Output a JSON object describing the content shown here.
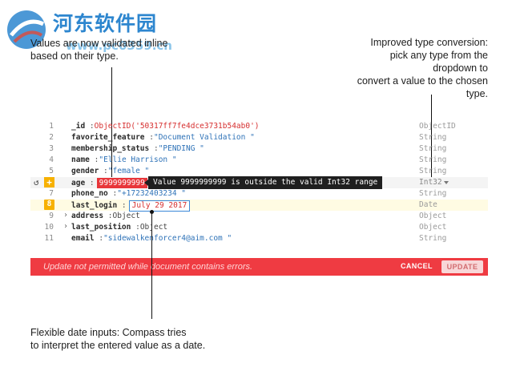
{
  "watermark": {
    "title": "河东软件园",
    "url": "www.pc0359.cn"
  },
  "annotations": {
    "left": [
      "Values are now validated inline",
      "based on their type."
    ],
    "right": [
      "Improved type conversion:",
      "pick any type from the",
      "dropdown to",
      "convert a value to the chosen",
      "type."
    ],
    "bottom": [
      "Flexible date inputs: Compass tries",
      "to interpret the entered value as a date."
    ]
  },
  "document": {
    "rows": [
      {
        "num": "1",
        "key": "_id",
        "value": "ObjectID('50317ff7fe4dce3731b54ab0')",
        "type": "ObjectID"
      },
      {
        "num": "2",
        "key": "favorite_feature",
        "value": "\"Document Validation \"",
        "type": "String"
      },
      {
        "num": "3",
        "key": "membership_status",
        "value": "\"PENDING \"",
        "type": "String"
      },
      {
        "num": "4",
        "key": "name",
        "value": "\"Ellie Harrison \"",
        "type": "String"
      },
      {
        "num": "5",
        "key": "gender",
        "value": "\"female \"",
        "type": "String"
      },
      {
        "num": "+",
        "key": "age",
        "value": "9999999999",
        "type": "Int32",
        "tooltip": "Value 9999999999 is outside the valid Int32 range"
      },
      {
        "num": "7",
        "key": "phone_no",
        "value": "\"+17232403234 \"",
        "type": "String"
      },
      {
        "num": "8",
        "key": "last_login",
        "value": "July 29 2017",
        "type": "Date"
      },
      {
        "num": "9",
        "key": "address",
        "value": "Object",
        "type": "Object"
      },
      {
        "num": "10",
        "key": "last_position",
        "value": "Object",
        "type": "Object"
      },
      {
        "num": "11",
        "key": "email",
        "value": "\"sidewalkenforcer4@aim.com \"",
        "type": "String"
      }
    ]
  },
  "error_bar": {
    "message": "Update not permitted while document contains errors.",
    "cancel_label": "CANCEL",
    "update_label": "UPDATE"
  },
  "colors": {
    "error": "#ef3b42",
    "accent": "#f7b100",
    "value_string": "#2f73b8",
    "value_objectid": "#d62f2f",
    "focus": "#3a88d8"
  }
}
